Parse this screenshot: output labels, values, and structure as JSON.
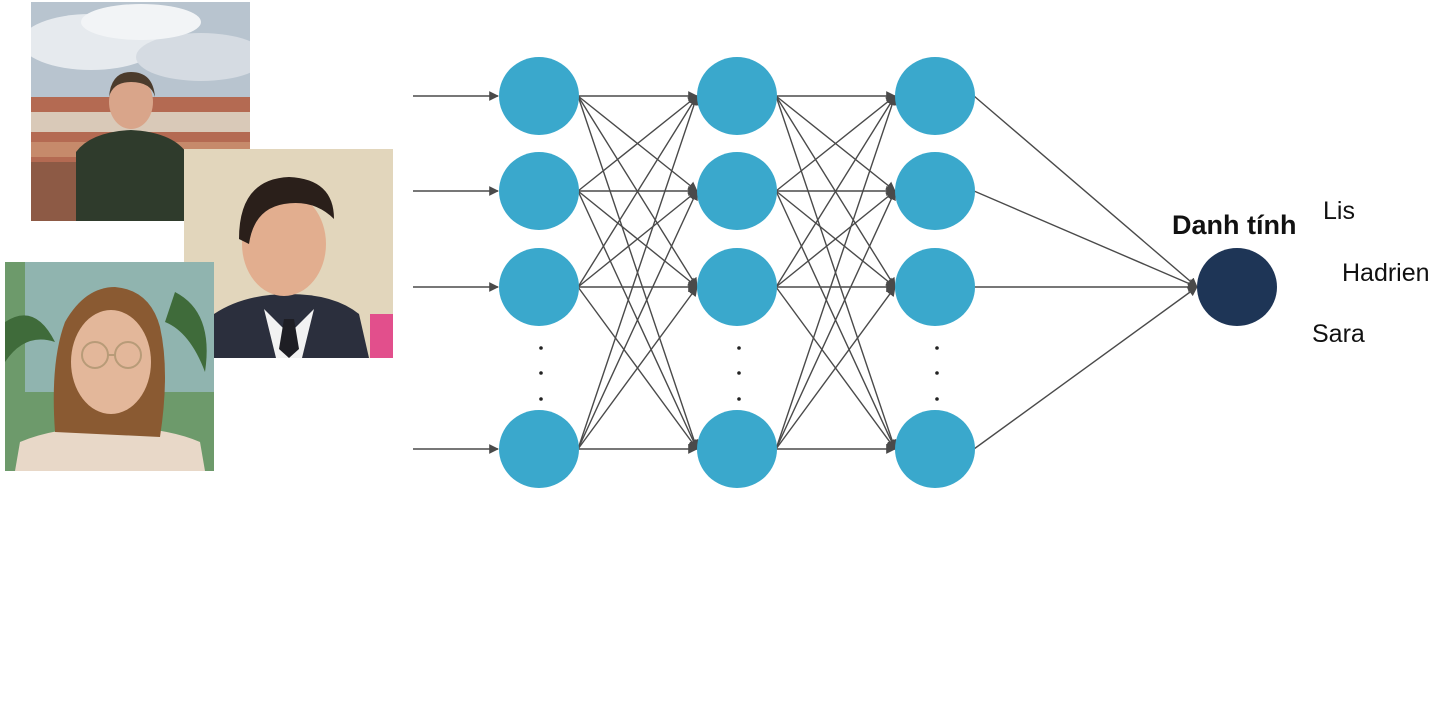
{
  "output": {
    "title": "Danh tính",
    "names": [
      "Lis",
      "Hadrien",
      "Sara"
    ]
  },
  "photos": [
    {
      "name": "person-photo-outdoor"
    },
    {
      "name": "person-photo-suit"
    },
    {
      "name": "person-photo-glasses"
    }
  ],
  "network": {
    "layers": 3,
    "visible_nodes_per_layer": 4,
    "ellipsis_glyph": ".",
    "colors": {
      "hidden_node": "#3aa8cc",
      "output_node": "#1e3556",
      "edge": "#4a4a4a"
    }
  }
}
